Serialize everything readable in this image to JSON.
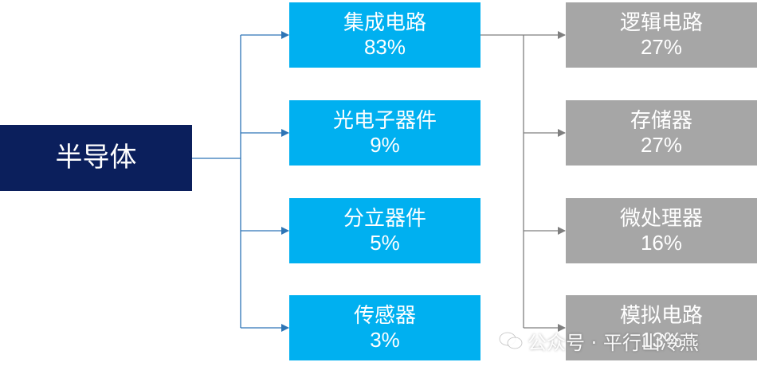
{
  "root": {
    "label": "半导体"
  },
  "categories": [
    {
      "name": "集成电路",
      "share": "83%"
    },
    {
      "name": "光电子器件",
      "share": "9%"
    },
    {
      "name": "分立器件",
      "share": "5%"
    },
    {
      "name": "传感器",
      "share": "3%"
    }
  ],
  "ic_breakdown": [
    {
      "name": "逻辑电路",
      "share": "27%"
    },
    {
      "name": "存储器",
      "share": "27%"
    },
    {
      "name": "微处理器",
      "share": "16%"
    },
    {
      "name": "模拟电路",
      "share": "13%"
    }
  ],
  "watermark": {
    "text": "公众号 · 平行山冷燕"
  },
  "colors": {
    "root": "#0b1f5c",
    "category": "#00b0f0",
    "sub": "#a6a6a6",
    "connector_blue": "#2e75b6",
    "connector_gray": "#7f7f7f"
  }
}
